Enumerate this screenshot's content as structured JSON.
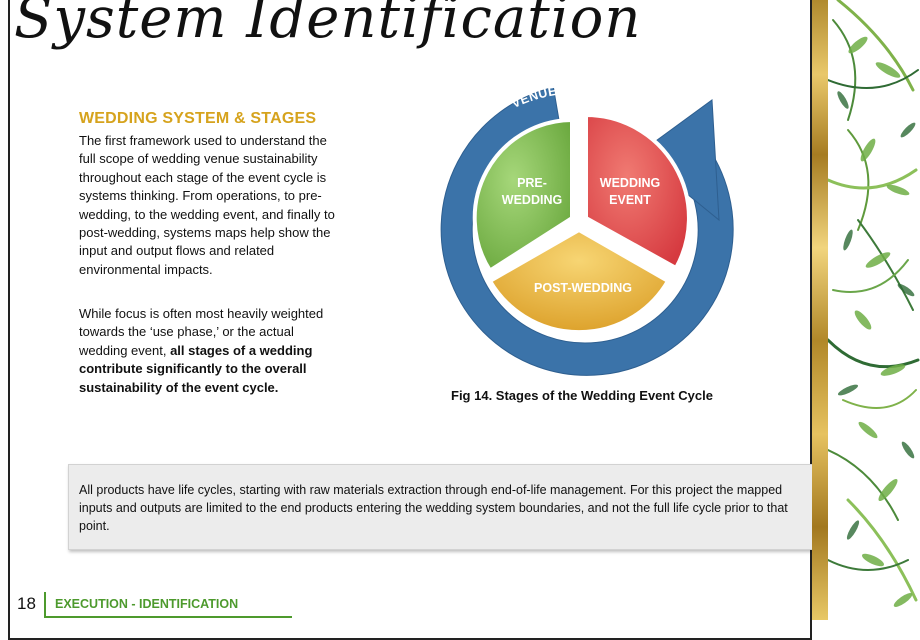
{
  "page": {
    "title": "System Identification",
    "section_heading": "WEDDING SYSTEM & STAGES",
    "paragraph_1": "The first framework used to understand the full scope of wedding venue sustainability throughout each stage of the event cycle is systems thinking. From operations, to pre-wedding, to the wedding event, and finally to post-wedding, systems maps help show the input and output flows and related environmental impacts.",
    "paragraph_2_plain": "While focus is often most heavily weighted towards the ‘use phase,’ or the actual wedding event, ",
    "paragraph_2_bold": "all stages of a wedding contribute significantly to the overall sustainability of the event cycle."
  },
  "figure": {
    "arc_label": "VENUE OPERATIONS",
    "segments": {
      "pre_wedding_line1": "PRE-",
      "pre_wedding_line2": "WEDDING",
      "wedding_event_line1": "WEDDING",
      "wedding_event_line2": "EVENT",
      "post_wedding": "POST-WEDDING"
    },
    "colors": {
      "ring": "#3b73a9",
      "pre_wedding": "#7dba50",
      "wedding_event": "#e0454a",
      "post_wedding": "#e9b53a"
    },
    "caption": "Fig 14. Stages of the Wedding Event Cycle"
  },
  "note": {
    "text": "All products have life cycles, starting with raw materials extraction through end-of-life management. For this project the mapped inputs and outputs are limited to the end products entering the wedding system boundaries, and not the full life cycle prior to that point."
  },
  "footer": {
    "page_number": "18",
    "section_label": "EXECUTION - IDENTIFICATION"
  },
  "theme": {
    "heading_gold": "#d6a31d",
    "footer_green": "#4d9a2d"
  }
}
